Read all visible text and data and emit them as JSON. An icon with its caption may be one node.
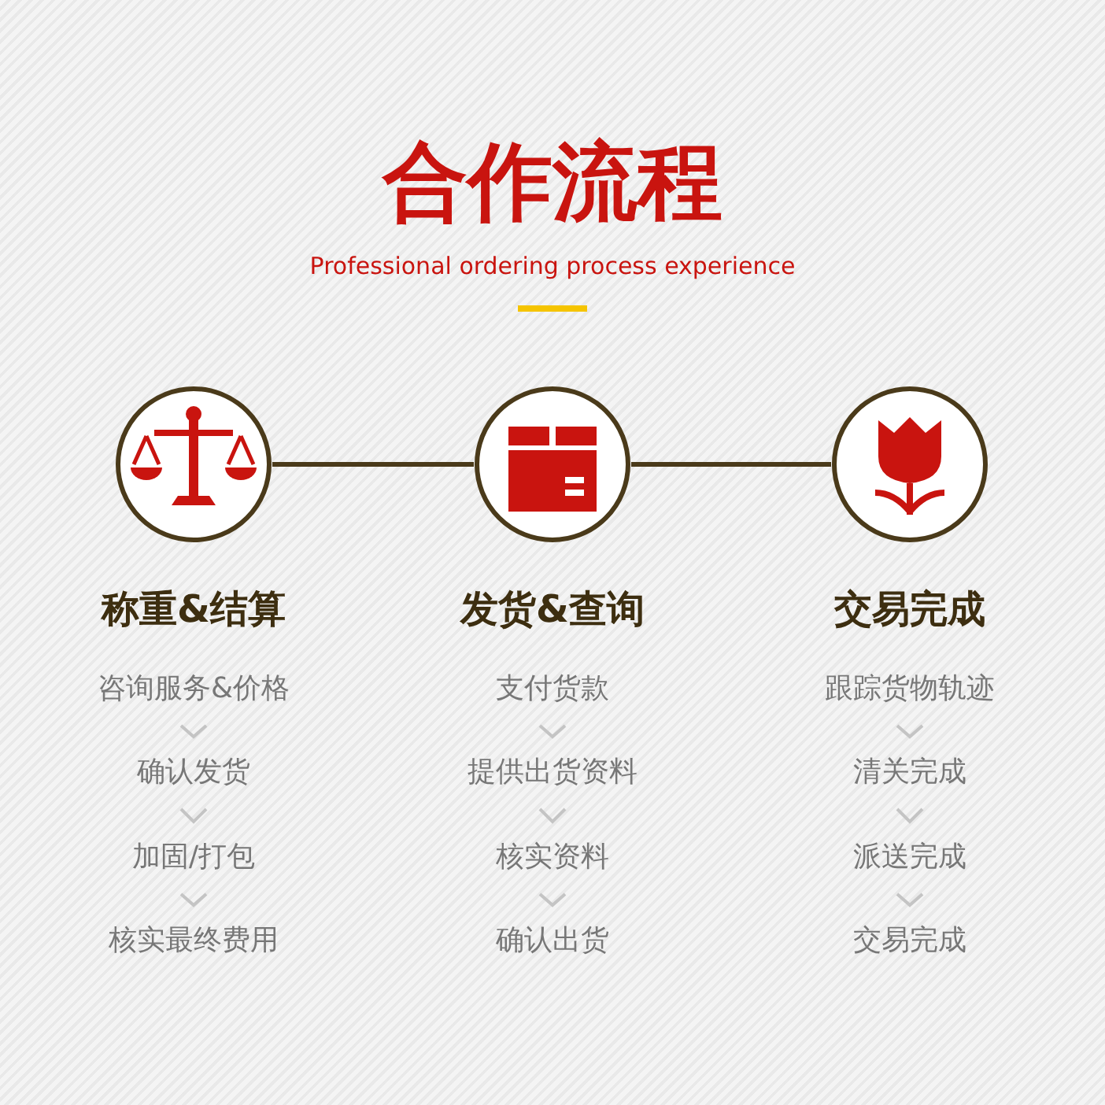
{
  "diagram": {
    "title": "合作流程",
    "caption": "Professional ordering process experience",
    "nodes": [
      {
        "text": [],
        "shape": "circle",
        "beside": [
          "称重&结算"
        ]
      },
      {
        "text": [],
        "shape": "circle",
        "beside": [
          "发货&查询"
        ]
      },
      {
        "text": [],
        "shape": "circle",
        "beside": [
          "交易完成"
        ]
      },
      {
        "text": [
          "咨询服务&价格"
        ]
      },
      {
        "text": [
          "确认发货"
        ]
      },
      {
        "text": [
          "加固/打包"
        ]
      },
      {
        "text": [
          "核实最终费用"
        ]
      },
      {
        "text": [
          "支付货款"
        ]
      },
      {
        "text": [
          "提供出货资料"
        ]
      },
      {
        "text": [
          "核实资料"
        ]
      },
      {
        "text": [
          "确认出货"
        ]
      },
      {
        "text": [
          "跟踪货物轨迹"
        ]
      },
      {
        "text": [
          "清关完成"
        ]
      },
      {
        "text": [
          "派送完成"
        ]
      },
      {
        "text": [
          "交易完成"
        ]
      }
    ],
    "edges": [
      {
        "from": 0,
        "to": 1,
        "arrow": "none",
        "color": "#4a3a1a"
      },
      {
        "from": 1,
        "to": 2,
        "arrow": "none",
        "color": "#4a3a1a"
      },
      {
        "from": 3,
        "to": 4,
        "arrow": "to"
      },
      {
        "from": 4,
        "to": 5,
        "arrow": "to"
      },
      {
        "from": 5,
        "to": 6,
        "arrow": "to"
      },
      {
        "from": 7,
        "to": 8,
        "arrow": "to"
      },
      {
        "from": 8,
        "to": 9,
        "arrow": "to"
      },
      {
        "from": 9,
        "to": 10,
        "arrow": "to"
      },
      {
        "from": 11,
        "to": 12,
        "arrow": "to"
      },
      {
        "from": 12,
        "to": 13,
        "arrow": "to"
      },
      {
        "from": 13,
        "to": 14,
        "arrow": "to"
      }
    ]
  }
}
